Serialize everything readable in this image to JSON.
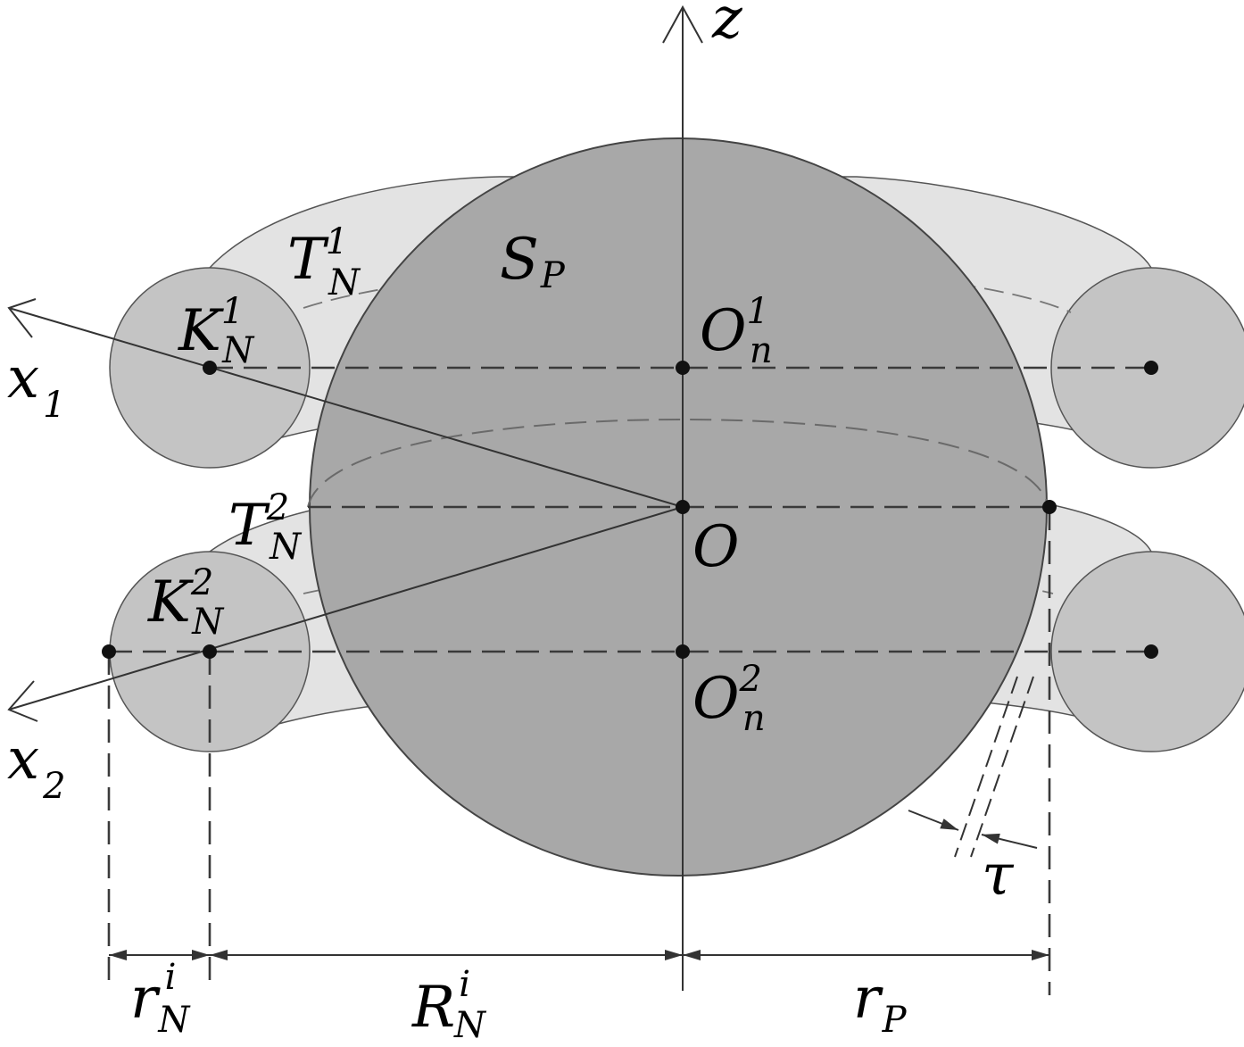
{
  "colors": {
    "sphere_fill": "#a8a8a8",
    "torus_fill": "#e3e3e3",
    "tube_fill": "#c4c4c4",
    "line": "#333333"
  },
  "labels": {
    "z": {
      "main": "z"
    },
    "x1": {
      "main": "x",
      "sub": "1"
    },
    "x2": {
      "main": "x",
      "sub": "2"
    },
    "TN1": {
      "main": "T",
      "sup": "1",
      "sub": "N"
    },
    "TN2": {
      "main": "T",
      "sup": "2",
      "sub": "N"
    },
    "SP": {
      "main": "S",
      "sub": "P"
    },
    "KN1": {
      "main": "K",
      "sup": "1",
      "sub": "N"
    },
    "KN2": {
      "main": "K",
      "sup": "2",
      "sub": "N"
    },
    "On1": {
      "main": "O",
      "sup": "1",
      "sub": "n"
    },
    "On2": {
      "main": "O",
      "sup": "2",
      "sub": "n"
    },
    "O": {
      "main": "O"
    },
    "tau": {
      "main": "τ"
    },
    "rNi": {
      "main": "r",
      "sup": "i",
      "sub": "N"
    },
    "RNi": {
      "main": "R",
      "sup": "i",
      "sub": "N"
    },
    "rP": {
      "main": "r",
      "sub": "P"
    }
  }
}
